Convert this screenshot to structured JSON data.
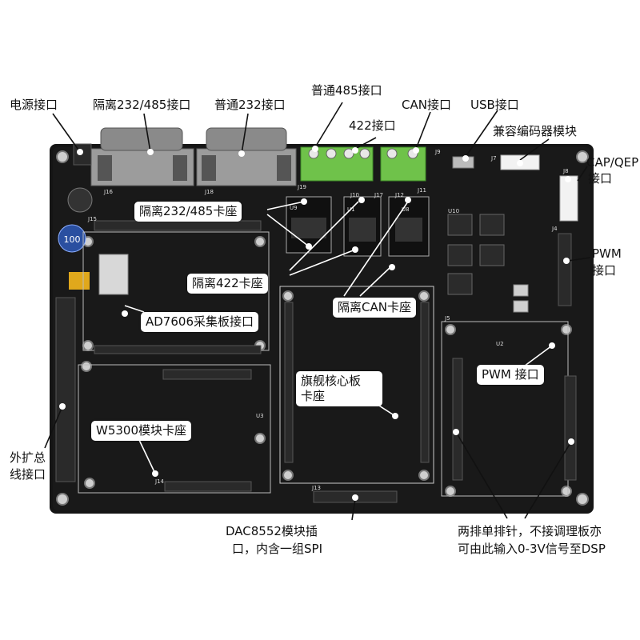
{
  "labels": {
    "power": "电源接口",
    "iso232_485_port": "隔离232/485接口",
    "std232_port": "普通232接口",
    "std485_port": "普通485接口",
    "p422_port": "422接口",
    "can_port": "CAN接口",
    "usb_port": "USB接口",
    "encoder_module": "兼容编码器模块",
    "cap_qep_line1": "CAP/QEP",
    "cap_qep_line2": "接口",
    "pwm_right_line1": "PWM",
    "pwm_right_line2": "接口",
    "ext_bus_line1": "外扩总",
    "ext_bus_line2": "线接口",
    "dac_line1": "DAC8552模块插",
    "dac_line2": "口，内含一组SPI",
    "pins_line1": "两排单排针，不接调理板亦",
    "pins_line2": "可由此输入0-3V信号至DSP"
  },
  "bubbles": {
    "iso_socket": "隔离232/485卡座",
    "socket_422": "隔离422卡座",
    "can_socket": "隔离CAN卡座",
    "ad7606": "AD7606采集板接口",
    "core_line1": "旗舰核心板",
    "core_line2": "卡座",
    "w5300": "W5300模块卡座",
    "pwm_inner": "PWM 接口"
  },
  "silkscreen": {
    "j16": "J16",
    "j18": "J18",
    "j19": "J19",
    "j11": "J11",
    "j13": "J13",
    "j12": "J12",
    "j9": "J9",
    "j7": "J7",
    "j8": "J8",
    "j4": "J4",
    "j5": "J5",
    "u9": "U9",
    "u1": "U1",
    "u8": "U8",
    "u10": "U10",
    "u2": "U2",
    "u3": "U3",
    "j15": "J15",
    "j14": "J14",
    "j10": "J10",
    "j17": "J17",
    "inductor": "100"
  },
  "colors": {
    "board": "#141414",
    "terminal_green": "#6fc24a",
    "connector_gray": "#9a9a9a",
    "header_black": "#2a2a2a",
    "capacitor_yellow": "#e0a81c",
    "inductor_blue": "#2a4fa0",
    "marker_line": "#ffffff"
  }
}
